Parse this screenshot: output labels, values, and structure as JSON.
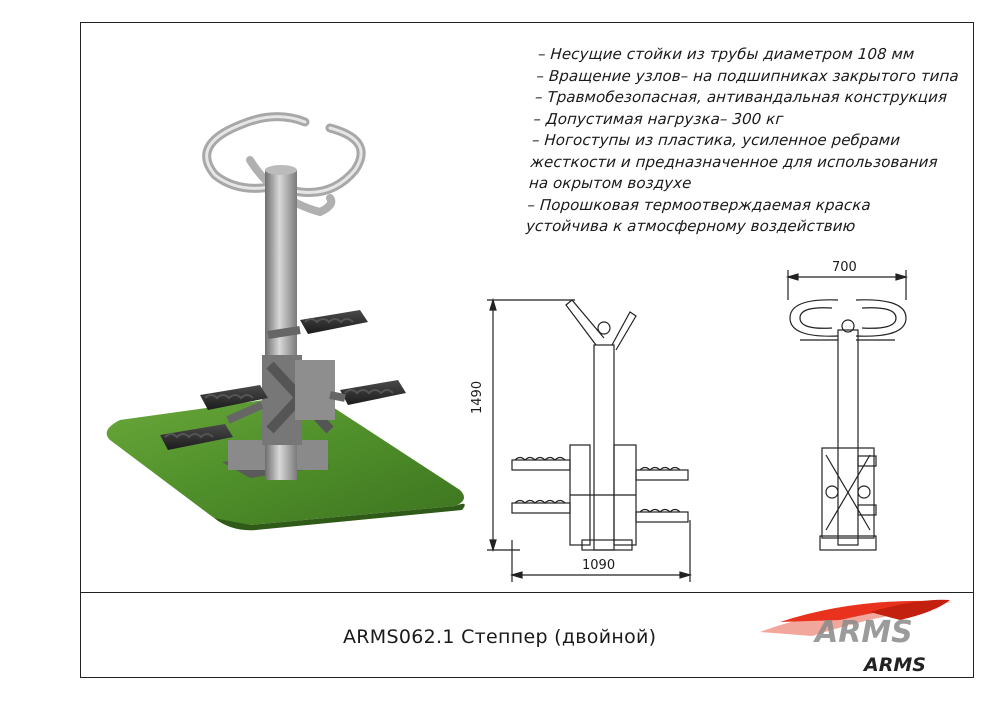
{
  "specs": [
    "– Несущие стойки из трубы диаметром 108 мм",
    "– Вращение узлов– на подшипниках закрытого типа",
    "– Травмобезопасная, антивандальная конструкция",
    "– Допустимая нагрузка– 300 кг",
    "– Ногоступы из пластика, усиленное ребрами жесткости и предназначенное для использования на окрытом воздухе",
    "– Порошковая термоотверждаемая краска устойчива к атмосферному воздействию"
  ],
  "title": "ARMS062.1 Степпер (двойной)",
  "dimensions": {
    "height": "1490",
    "width_side": "1090",
    "width_front": "700"
  },
  "logo": {
    "primary": "ARMS",
    "secondary": "ARMS"
  },
  "colors": {
    "grass": "#4f8f2a",
    "metal": "#9a9a9a",
    "logo_red": "#e8321e"
  }
}
